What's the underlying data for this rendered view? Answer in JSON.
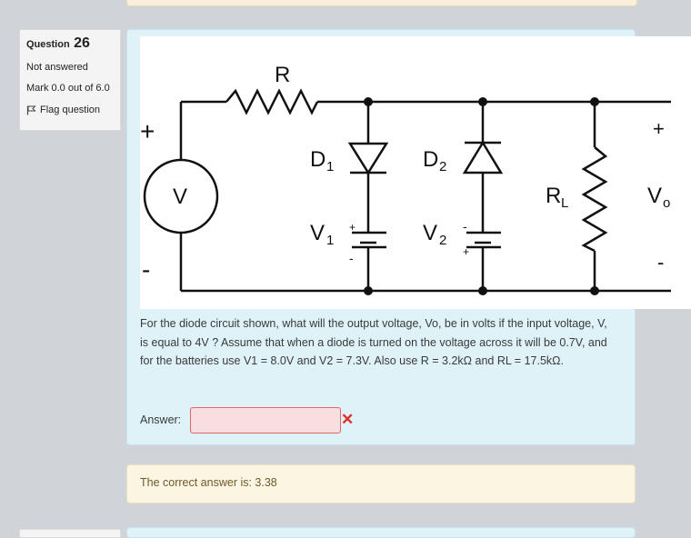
{
  "question": {
    "label": "Question",
    "number": "26",
    "status": "Not answered",
    "mark": "Mark 0.0 out of 6.0",
    "flag_label": "Flag question"
  },
  "diagram": {
    "r_label": "R",
    "v_label": "V",
    "d1_main": "D",
    "d1_sub": "1",
    "d2_main": "D",
    "d2_sub": "2",
    "v1_main": "V",
    "v1_sub": "1",
    "v2_main": "V",
    "v2_sub": "2",
    "rl_main": "R",
    "rl_sub": "L",
    "vo_main": "V",
    "vo_sub": "o",
    "plus": "+",
    "minus": "-"
  },
  "question_text": "For the diode circuit shown, what will the output voltage, Vo, be in volts if the input voltage, V, is equal to 4V ?  Assume that when a diode is turned on the voltage across it will be 0.7V, and for the batteries use V1 = 8.0V and V2 = 7.3V. Also use R = 3.2kΩ and RL = 17.5kΩ.",
  "answer": {
    "label": "Answer:",
    "value": ""
  },
  "feedback": {
    "text": "The correct answer is: 3.38"
  },
  "colors": {
    "content_bg": "#def2f8",
    "feedback_bg": "#fcf5e2",
    "wrong": "#e02d28"
  }
}
